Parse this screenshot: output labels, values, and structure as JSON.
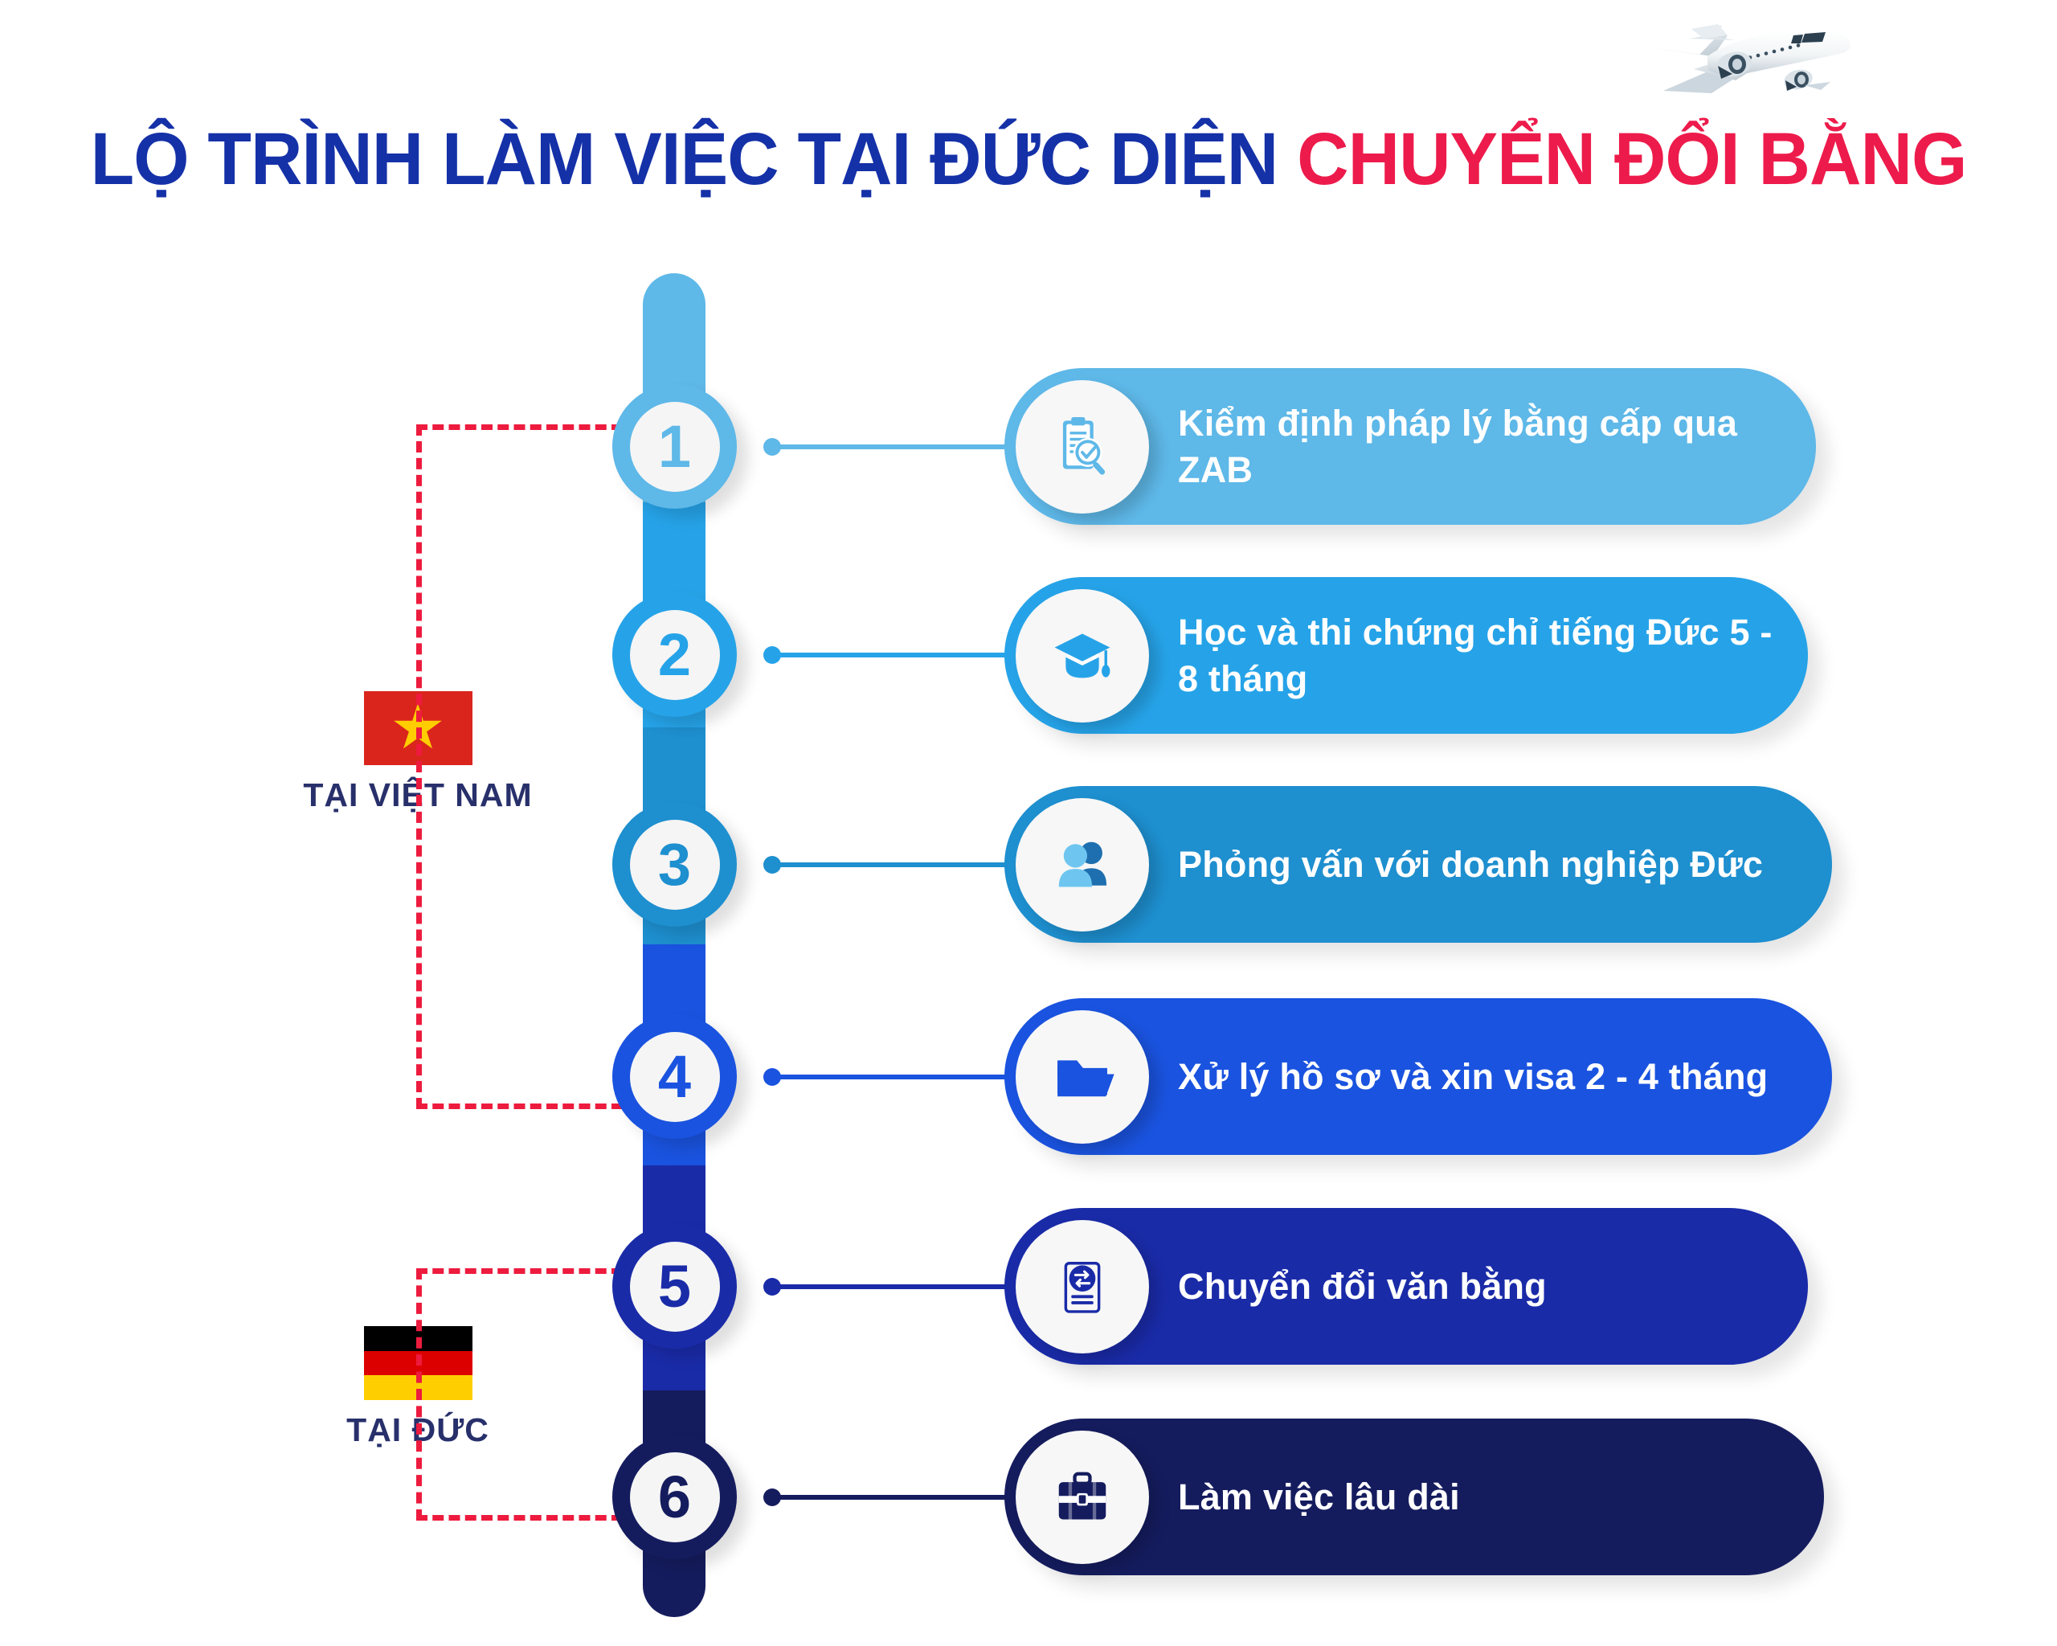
{
  "title": {
    "blue_part": "LỘ TRÌNH LÀM VIỆC TẠI ĐỨC DIỆN ",
    "red_part": "CHUYỂN ĐỔI BẰNG"
  },
  "decor": {
    "airplane_icon": "airplane-icon"
  },
  "colors": {
    "title_blue": "#1531A8",
    "title_red": "#ED1B4B",
    "bracket_red": "#ED1B3E",
    "country_label": "#28306B",
    "step1": "#5EB8E8",
    "step2": "#26A3E8",
    "step3": "#1E8FCF",
    "step4": "#1A53DF",
    "step5": "#1A2BA8",
    "step6": "#151C5E"
  },
  "timeline": {
    "segments": [
      "#5EB8E8",
      "#26A3E8",
      "#1E8FCF",
      "#1A53DF",
      "#1A2BA8",
      "#151C5E"
    ]
  },
  "countries": [
    {
      "name": "TẠI VIỆT NAM",
      "flag": "vietnam-flag",
      "covers_steps": "1-4"
    },
    {
      "name": "TẠI ĐỨC",
      "flag": "germany-flag",
      "covers_steps": "5-6"
    }
  ],
  "steps": [
    {
      "number": "1",
      "label": "Kiểm định pháp lý bằng cấp qua ZAB",
      "icon": "clipboard-check-magnifier-icon",
      "color": "#5EB8E8",
      "pill_width": 1010
    },
    {
      "number": "2",
      "label": "Học và thi chứng chỉ tiếng Đức 5 - 8 tháng",
      "icon": "graduation-cap-icon",
      "color": "#26A3E8",
      "pill_width": 1000
    },
    {
      "number": "3",
      "label": "Phỏng vấn với doanh nghiệp Đức",
      "icon": "two-people-icon",
      "color": "#1E8FCF",
      "pill_width": 1030
    },
    {
      "number": "4",
      "label": "Xử lý hồ sơ và xin visa 2 - 4 tháng",
      "icon": "folder-open-icon",
      "color": "#1A53DF",
      "pill_width": 1030
    },
    {
      "number": "5",
      "label": "Chuyển đổi văn bằng",
      "icon": "document-exchange-icon",
      "color": "#1A2BA8",
      "pill_width": 1000
    },
    {
      "number": "6",
      "label": "Làm việc lâu dài",
      "icon": "briefcase-icon",
      "color": "#151C5E",
      "pill_width": 1020
    }
  ]
}
